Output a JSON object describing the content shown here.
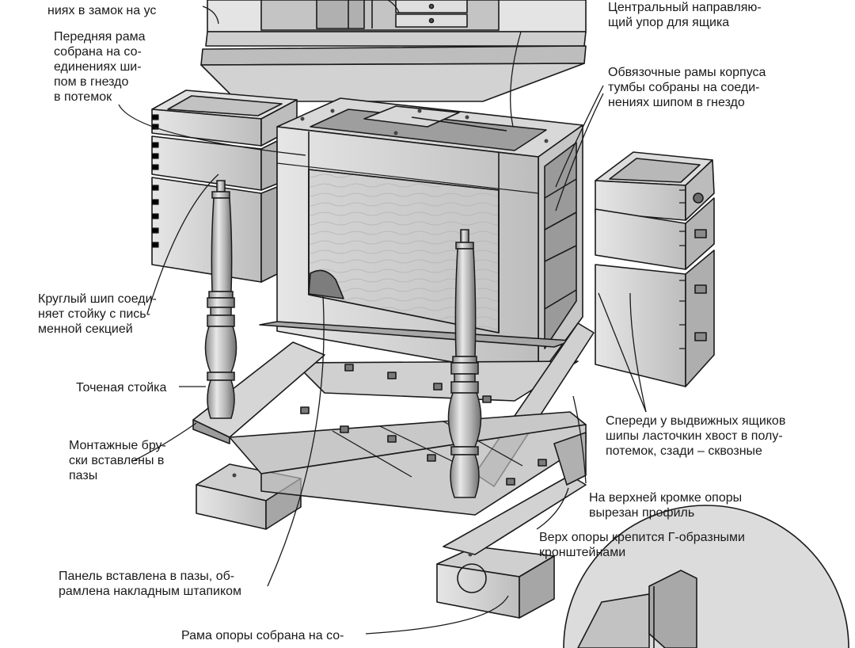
{
  "labels": {
    "top_left_cut": "ниях в замок на ус",
    "front_frame": "Передняя рама\nсобрана на со-\nединениях ши-\nпом в гнездо\nв потемок",
    "center_stop": "Центральный направляю-\nщий упор для ящика",
    "case_frames": "Обвязочные рамы корпуса\nтумбы собраны на соеди-\nнениях шипом в гнездо",
    "round_tenon": "Круглый шип соеди-\nняет стойку с пись-\nменной секцией",
    "turned_post": "Точеная стойка",
    "mounting_bars": "Монтажные бру-\nски вставлены в\nпазы",
    "dovetails": "Спереди у выдвижных ящиков\nшипы ласточкин хвост в полу-\nпотемок, сзади – сквозные",
    "top_edge_profile": "На верхней кромке опоры\nвырезан профиль",
    "l_brackets": "Верх опоры крепится Г-образными\nкронштейнами",
    "panel": "Панель вставлена в пазы, об-\nрамлена накладным штапиком",
    "base_frame_cut": "Рама опоры собрана на со-"
  },
  "colors": {
    "ink": "#1a1a1a",
    "wood_light": "#d9d9d9",
    "wood_mid": "#b8b8b8",
    "wood_dark": "#8f8f8f",
    "panel": "#c9c9c9"
  }
}
